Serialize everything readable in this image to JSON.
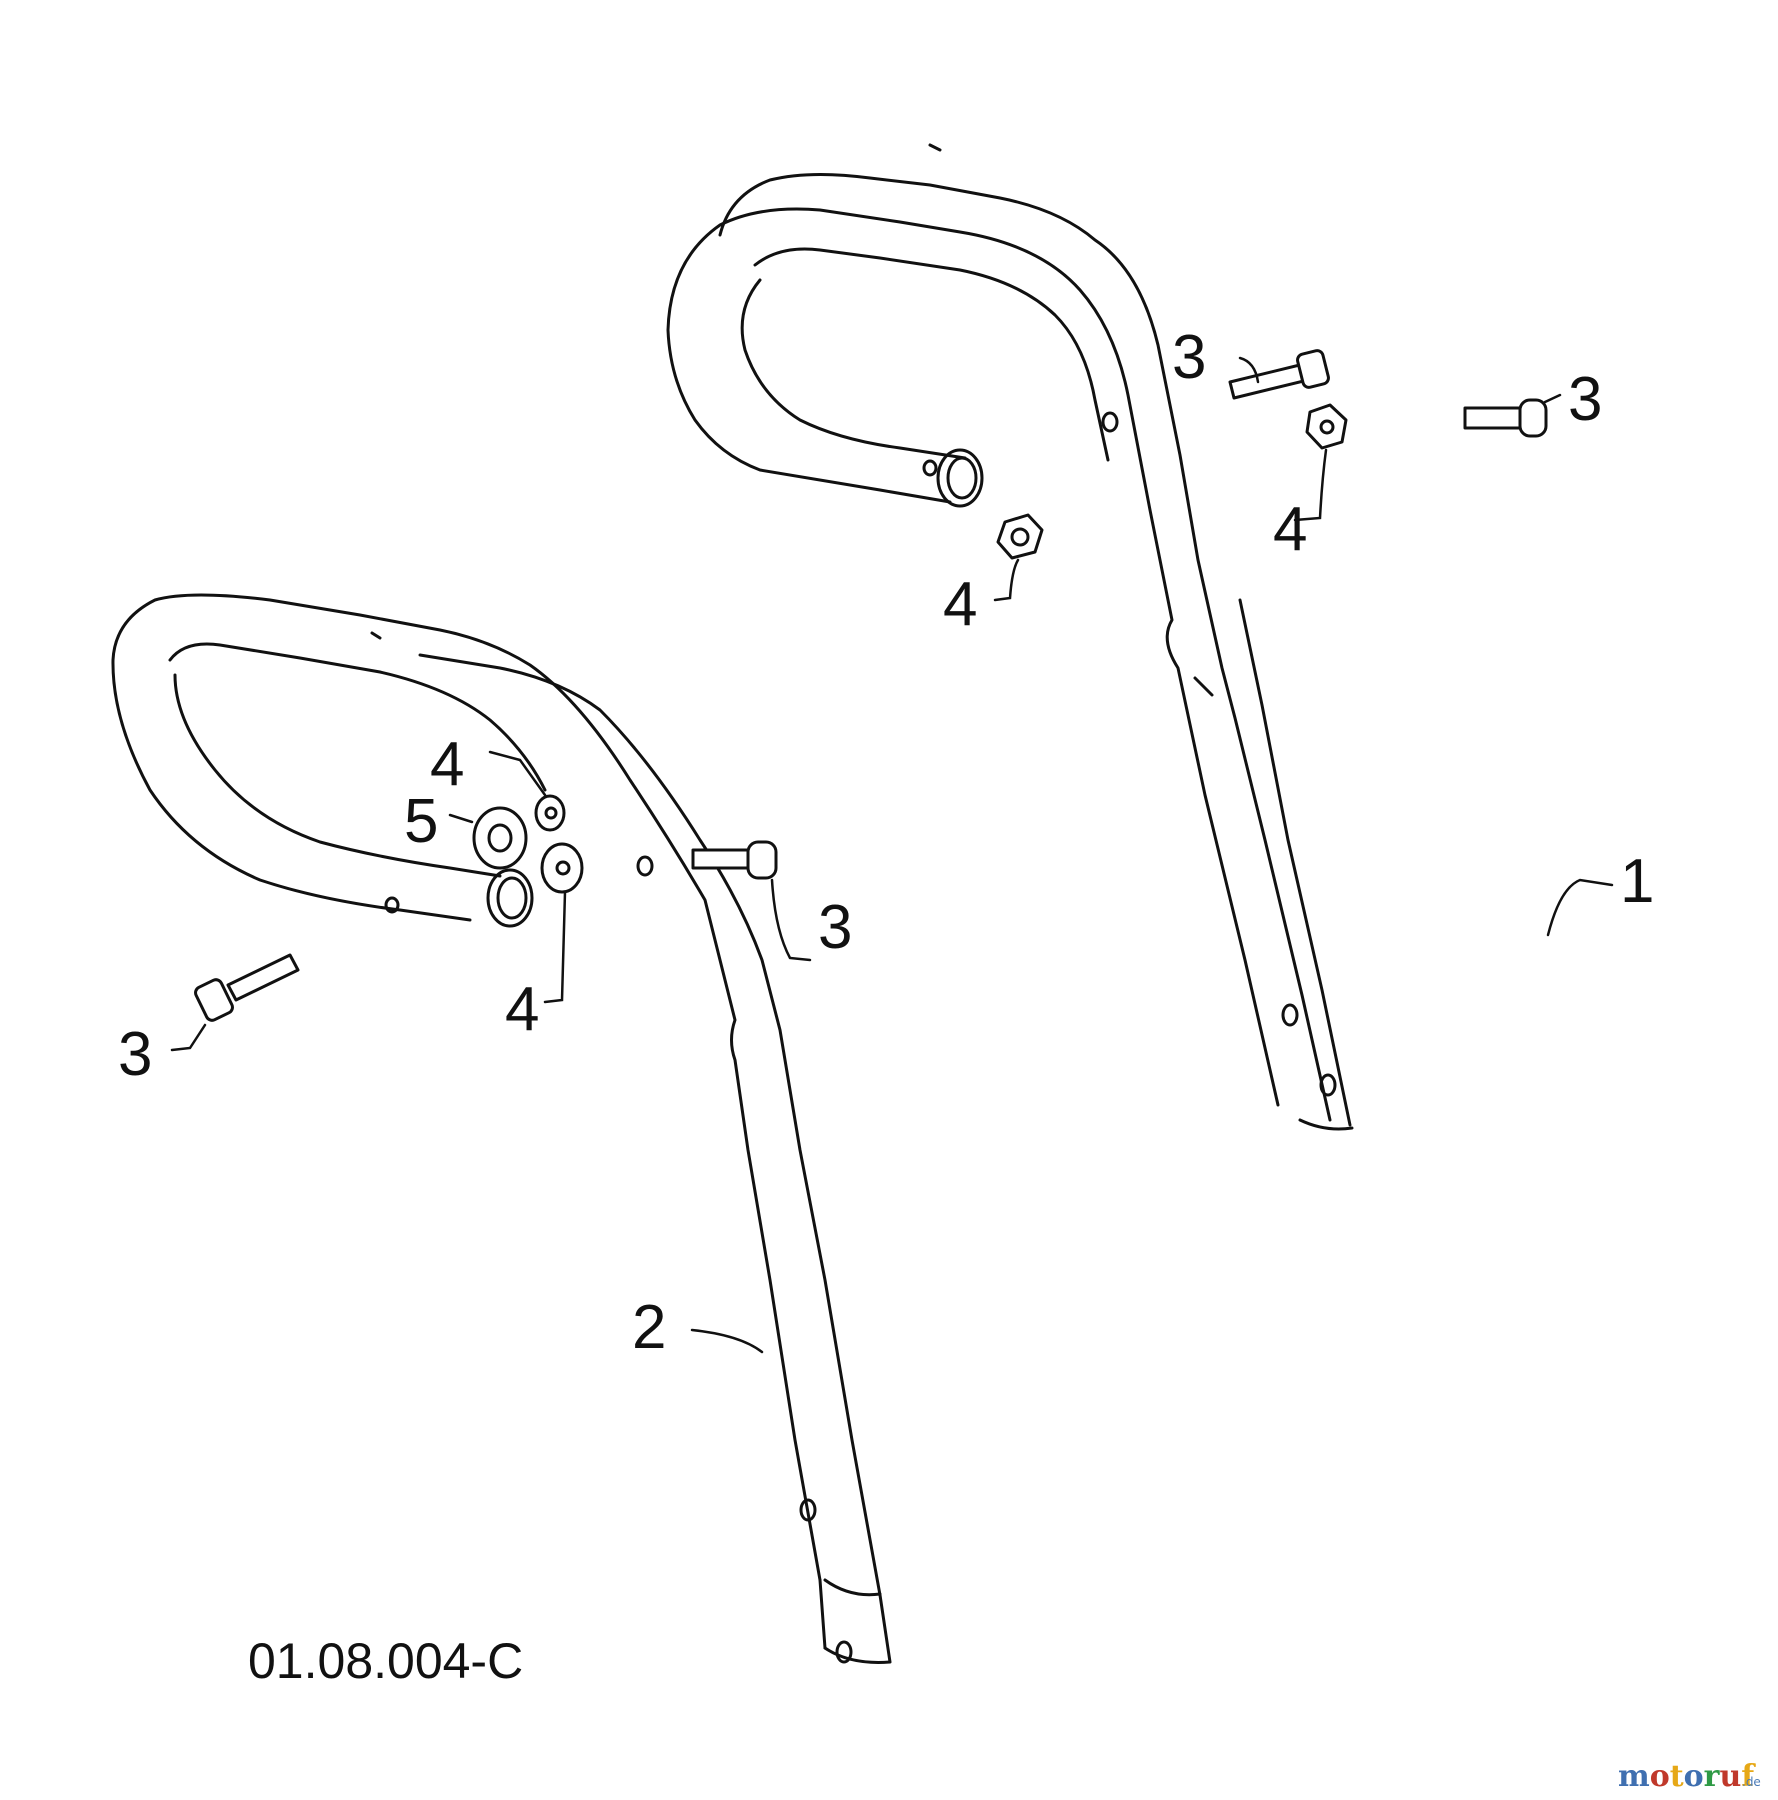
{
  "diagram": {
    "drawing_code": "01.08.004-C",
    "callouts": {
      "handle_upper": "1",
      "handle_lower": "2",
      "bolt_left": "3",
      "bolt_upper_inner": "3",
      "bolt_upper_outer": "3",
      "bolt_lower_outer": "3",
      "nut_upper_left": "4",
      "nut_upper_inner": "4",
      "washer_lower_top": "4",
      "washer_lower_bottom": "4",
      "spacer_lower": "5"
    }
  },
  "watermark": {
    "parts": [
      "m",
      "o",
      "t",
      "o",
      "r",
      "u",
      "f"
    ],
    "colors": [
      "#3f6fb0",
      "#c0392b",
      "#e6a817",
      "#3f6fb0",
      "#2e9a45",
      "#c0392b",
      "#e6a817"
    ],
    "tld": ".de"
  }
}
